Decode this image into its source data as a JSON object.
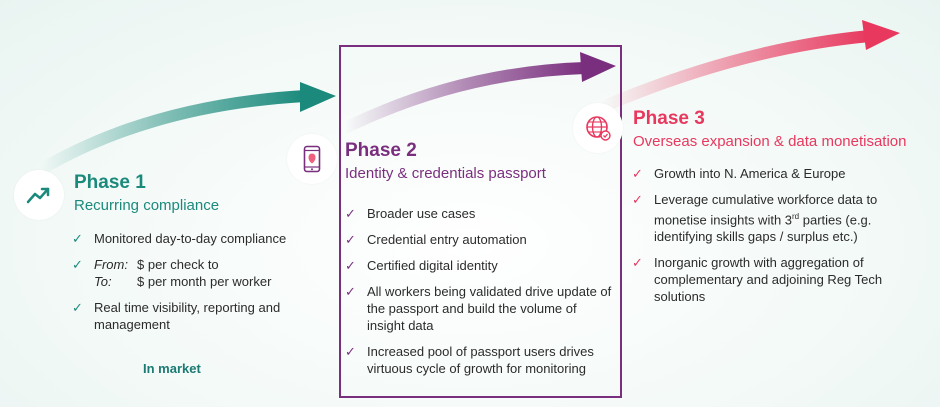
{
  "phase1": {
    "title": "Phase 1",
    "subtitle": "Recurring compliance",
    "items": [
      {
        "text": "Monitored day-to-day compliance"
      },
      {
        "from_label": "From:",
        "from_value": "$ per check to",
        "to_label": "To:",
        "to_value": "$ per month per worker"
      },
      {
        "text": "Real time visibility, reporting and management"
      }
    ],
    "status": "In market",
    "icon": "trend-up-icon",
    "color": "#1b8a7c"
  },
  "phase2": {
    "title": "Phase 2",
    "subtitle": "Identity & credentials passport",
    "items": [
      {
        "text": "Broader use cases"
      },
      {
        "text": "Credential entry automation"
      },
      {
        "text": "Certified digital identity"
      },
      {
        "text": "All workers being validated drive update of the passport and build the volume of insight data"
      },
      {
        "text": "Increased pool of passport users drives virtuous cycle of growth for monitoring"
      }
    ],
    "icon": "mobile-phone-icon",
    "color": "#7a2f7e"
  },
  "phase3": {
    "title": "Phase 3",
    "subtitle": "Overseas expansion & data monetisation",
    "items": [
      {
        "text": "Growth into N. America & Europe"
      },
      {
        "text_before": "Leverage cumulative workforce data to monetise insights with 3",
        "sup": "rd",
        "text_after": " parties (e.g. identifying skills gaps / surplus etc.)"
      },
      {
        "text": "Inorganic growth with aggregation of complementary and adjoining Reg Tech solutions"
      }
    ],
    "icon": "globe-icon",
    "color": "#e8385e"
  },
  "tick_glyph": "✓"
}
